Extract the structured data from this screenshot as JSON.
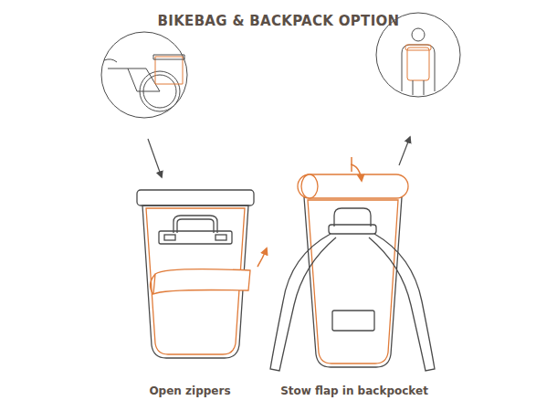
{
  "diagram": {
    "title": "BIKEBAG & BACKPACK OPTION",
    "labels": [
      "Open zippers",
      "Stow flap in backpocket"
    ]
  }
}
